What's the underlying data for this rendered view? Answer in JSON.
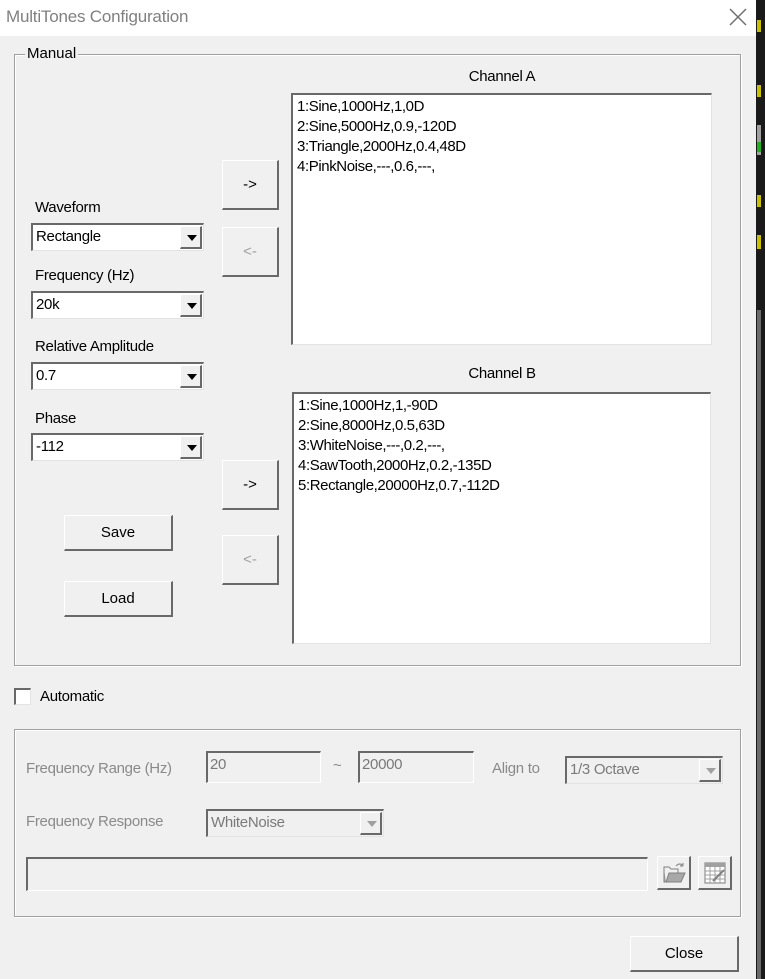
{
  "window": {
    "title": "MultiTones Configuration",
    "close_icon": "close-x-icon"
  },
  "manual_group": {
    "legend": "Manual",
    "waveform": {
      "label": "Waveform",
      "value": "Rectangle"
    },
    "frequency": {
      "label": "Frequency (Hz)",
      "value": "20k"
    },
    "amplitude": {
      "label": "Relative Amplitude",
      "value": "0.7"
    },
    "phase": {
      "label": "Phase",
      "value": "-112"
    },
    "save_label": "Save",
    "load_label": "Load",
    "add_a_label": "->",
    "remove_a_label": "<-",
    "add_b_label": "->",
    "remove_b_label": "<-",
    "channel_a": {
      "title": "Channel A",
      "items": [
        "1:Sine,1000Hz,1,0D",
        "2:Sine,5000Hz,0.9,-120D",
        "3:Triangle,2000Hz,0.4,48D",
        "4:PinkNoise,---,0.6,---,"
      ]
    },
    "channel_b": {
      "title": "Channel B",
      "items": [
        "1:Sine,1000Hz,1,-90D",
        "2:Sine,8000Hz,0.5,63D",
        "3:WhiteNoise,---,0.2,---,",
        "4:SawTooth,2000Hz,0.2,-135D",
        "5:Rectangle,20000Hz,0.7,-112D"
      ]
    }
  },
  "automatic": {
    "label": "Automatic",
    "checked": false,
    "frequency_range_label": "Frequency Range (Hz)",
    "range_from": "20",
    "range_separator": "~",
    "range_to": "20000",
    "align_label": "Align to",
    "align_value": "1/3 Octave",
    "response_label": "Frequency Response",
    "response_value": "WhiteNoise",
    "file_path": "",
    "open_icon": "folder-open-icon",
    "table_icon": "table-edit-icon"
  },
  "footer": {
    "close_label": "Close"
  },
  "colors": {
    "dialog_bg": "#f0f0f0",
    "title_bg": "#ffffff",
    "title_text": "#808080",
    "disabled_text": "#8a8a8a",
    "border_dark": "#696969"
  }
}
